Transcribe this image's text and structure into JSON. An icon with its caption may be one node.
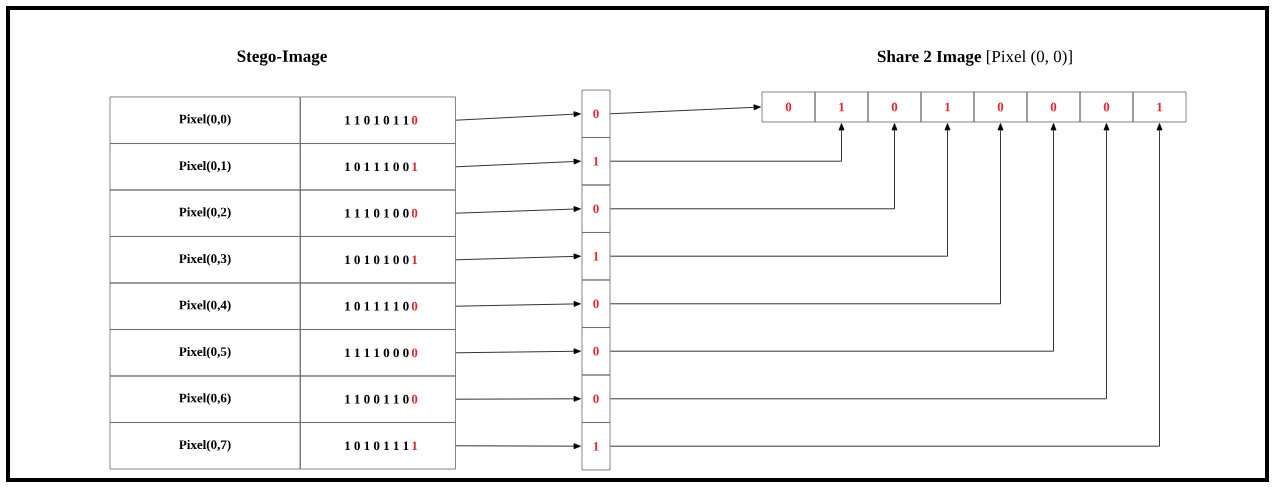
{
  "diagram": {
    "nodes": [
      {
        "text": [
          "Pixel(0,0)"
        ]
      },
      {
        "text": [
          "Pixel(0,1)"
        ]
      },
      {
        "text": [
          "Pixel(0,2)"
        ]
      },
      {
        "text": [
          "Pixel(0,3)"
        ]
      },
      {
        "text": [
          "Pixel(0,4)"
        ]
      },
      {
        "text": [
          "Pixel(0,5)"
        ]
      },
      {
        "text": [
          "Pixel(0,6)"
        ]
      },
      {
        "text": [
          "Pixel(0,7)"
        ]
      },
      {
        "text": [
          "1 1 0 1 0 1 1",
          "0"
        ]
      },
      {
        "text": [
          "1 0 1 1 1 0 0",
          "1"
        ]
      },
      {
        "text": [
          "1 1 1 0 1 0 0",
          "0"
        ]
      },
      {
        "text": [
          "1 0 1 0 1 0 0",
          "1"
        ]
      },
      {
        "text": [
          "1 0 1 1 1 1 0",
          "0"
        ]
      },
      {
        "text": [
          "1 1 1 1 0 0 0",
          "0"
        ]
      },
      {
        "text": [
          "1 1 0 0 1 1 0",
          "0"
        ]
      },
      {
        "text": [
          "1 0 1 0 1 1 1",
          "1"
        ]
      },
      {
        "text": [
          "0"
        ]
      },
      {
        "text": [
          "1"
        ]
      },
      {
        "text": [
          "0"
        ]
      },
      {
        "text": [
          "1"
        ]
      },
      {
        "text": [
          "0"
        ]
      },
      {
        "text": [
          "0"
        ]
      },
      {
        "text": [
          "0"
        ]
      },
      {
        "text": [
          "1"
        ]
      },
      {
        "text": [
          "0"
        ]
      },
      {
        "text": [
          "1"
        ]
      },
      {
        "text": [
          "0"
        ]
      },
      {
        "text": [
          "1"
        ]
      },
      {
        "text": [
          "0"
        ]
      },
      {
        "text": [
          "0"
        ]
      },
      {
        "text": [
          "0"
        ]
      },
      {
        "text": [
          "1"
        ]
      }
    ],
    "edges": [
      {
        "from": 8,
        "to": 16,
        "arrow": "to"
      },
      {
        "from": 9,
        "to": 17,
        "arrow": "to"
      },
      {
        "from": 10,
        "to": 18,
        "arrow": "to"
      },
      {
        "from": 11,
        "to": 19,
        "arrow": "to"
      },
      {
        "from": 12,
        "to": 20,
        "arrow": "to"
      },
      {
        "from": 13,
        "to": 21,
        "arrow": "to"
      },
      {
        "from": 14,
        "to": 22,
        "arrow": "to"
      },
      {
        "from": 15,
        "to": 23,
        "arrow": "to"
      },
      {
        "from": 16,
        "to": 24,
        "arrow": "to"
      },
      {
        "from": 17,
        "to": 25,
        "arrow": "to"
      },
      {
        "from": 18,
        "to": 26,
        "arrow": "to"
      },
      {
        "from": 19,
        "to": 27,
        "arrow": "to"
      },
      {
        "from": 20,
        "to": 28,
        "arrow": "to"
      },
      {
        "from": 21,
        "to": 29,
        "arrow": "to"
      },
      {
        "from": 22,
        "to": 30,
        "arrow": "to"
      },
      {
        "from": 23,
        "to": 31,
        "arrow": "to"
      }
    ],
    "labels": [
      "Stego-Image",
      "**Share 2 Image** [Pixel (0, 0)]"
    ]
  }
}
